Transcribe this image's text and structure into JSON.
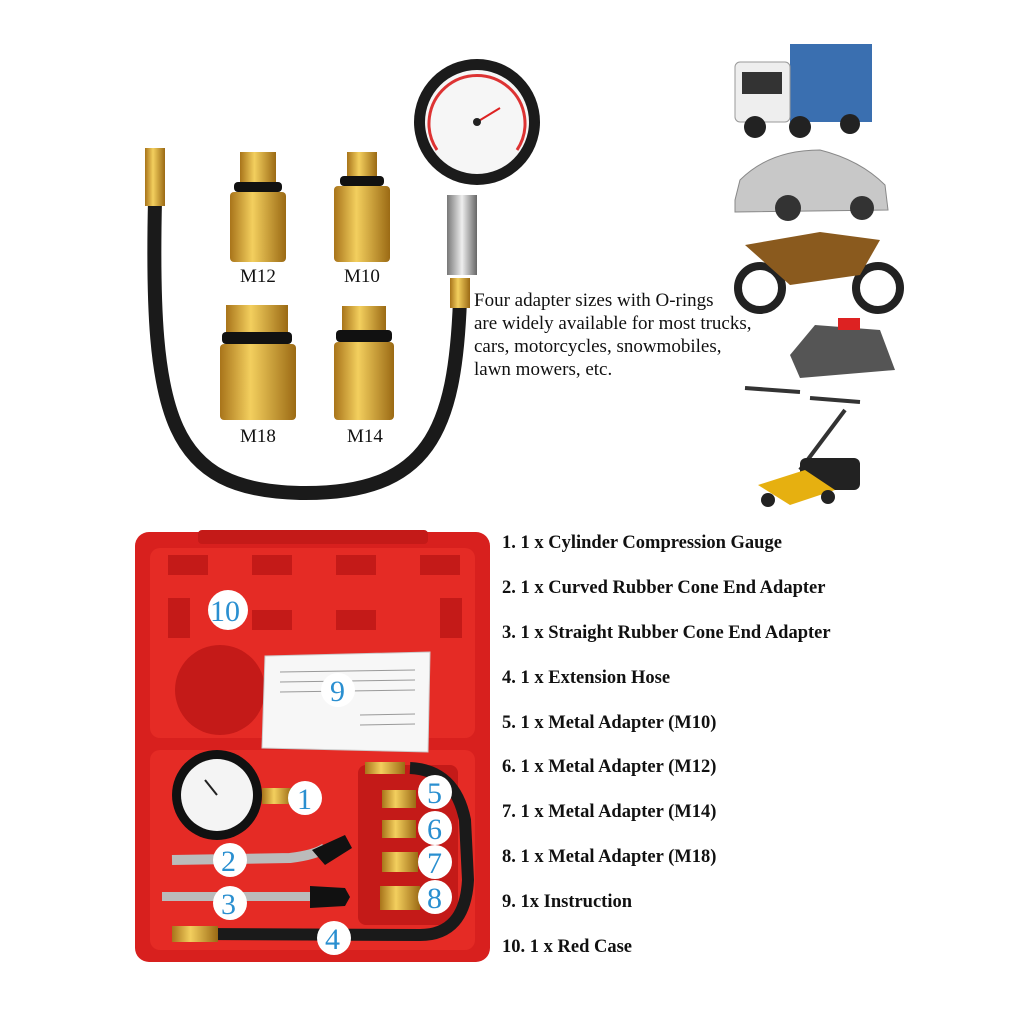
{
  "adapter_sizes": [
    "M12",
    "M10",
    "M18",
    "M14"
  ],
  "description_lines": [
    "Four adapter sizes with O-rings",
    "are widely available for most trucks,",
    "cars, motorcycles, snowmobiles,",
    "lawn mowers, etc."
  ],
  "vehicles": [
    "truck",
    "car",
    "motorcycle",
    "snowmobile",
    "lawn-mower"
  ],
  "contents_list": [
    "1. 1 x Cylinder Compression Gauge",
    "2. 1 x Curved Rubber Cone End Adapter",
    "3. 1 x Straight Rubber Cone End Adapter",
    "4. 1 x Extension Hose",
    "5. 1 x Metal Adapter (M10)",
    "6. 1 x Metal Adapter (M12)",
    "7. 1 x Metal Adapter (M14)",
    "8. 1 x Metal Adapter (M18)",
    "9. 1x Instruction",
    "10. 1 x Red Case"
  ],
  "callout_numbers": [
    "1",
    "2",
    "3",
    "4",
    "5",
    "6",
    "7",
    "8",
    "9",
    "10"
  ],
  "colors": {
    "case_red": "#d8201e",
    "brass": "#d9a52a",
    "callout_blue": "#2a8fd0",
    "hose_black": "#1a1a1a"
  }
}
